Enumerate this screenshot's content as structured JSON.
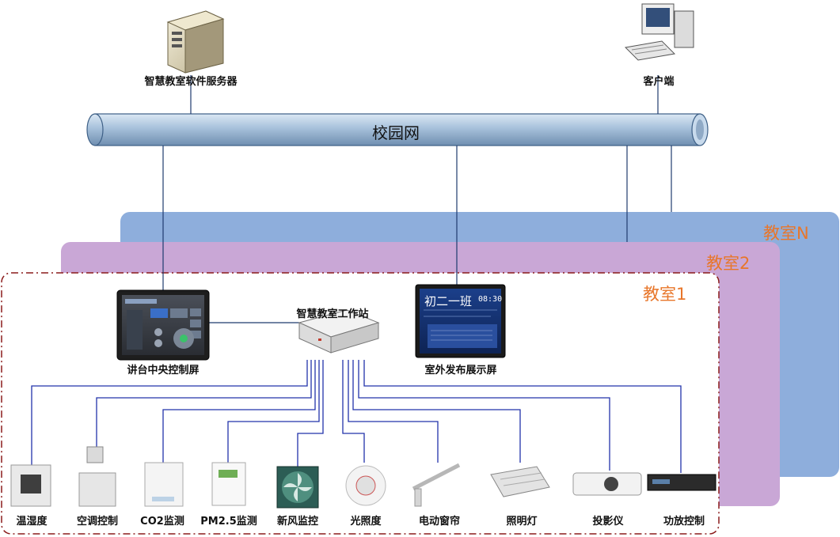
{
  "nodes": {
    "server": "智慧教室软件服务器",
    "client": "客户端",
    "network": "校园网",
    "classrooms": [
      "教室N",
      "教室2",
      "教室1"
    ],
    "control_panel": "讲台中央控制屏",
    "workstation": "智慧教室工作站",
    "display": "室外发布展示屏"
  },
  "screen_text": {
    "class_name": "初二一班",
    "time": "08:30"
  },
  "devices": [
    "温湿度",
    "空调控制",
    "CO2监测",
    "PM2.5监测",
    "新风监控",
    "光照度",
    "电动窗帘",
    "照明灯",
    "投影仪",
    "功放控制"
  ],
  "colors": {
    "room_n": "#8eaedc",
    "room_2": "#c9a7d6",
    "room_1_border": "#8b1c1c",
    "wire": "#2233aa",
    "pipe": "#a9c4de",
    "label_orange": "#e8762a"
  }
}
